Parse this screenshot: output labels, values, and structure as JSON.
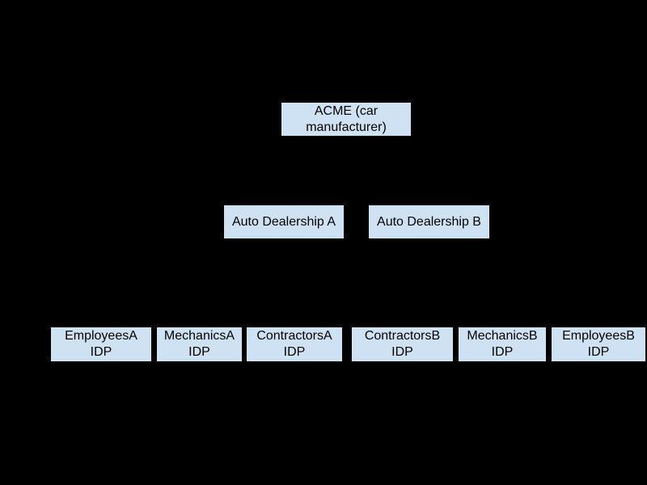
{
  "diagram": {
    "type": "hierarchy",
    "colors": {
      "background": "#000000",
      "node_fill": "#cfe2f3",
      "node_text": "#000000"
    },
    "nodes": {
      "acme": {
        "label": [
          "ACME (car",
          "manufacturer)"
        ]
      },
      "dealership_a": {
        "label": [
          "Auto Dealership A"
        ]
      },
      "dealership_b": {
        "label": [
          "Auto Dealership B"
        ]
      },
      "employees_a": {
        "label": [
          "EmployeesA",
          "IDP"
        ]
      },
      "mechanics_a": {
        "label": [
          "MechanicsA",
          "IDP"
        ]
      },
      "contractors_a": {
        "label": [
          "ContractorsA",
          "IDP"
        ]
      },
      "contractors_b": {
        "label": [
          "ContractorsB",
          "IDP"
        ]
      },
      "mechanics_b": {
        "label": [
          "MechanicsB",
          "IDP"
        ]
      },
      "employees_b": {
        "label": [
          "EmployeesB",
          "IDP"
        ]
      }
    },
    "hierarchy": {
      "root": "acme",
      "children_of_acme": [
        "dealership_a",
        "dealership_b"
      ],
      "children_of_dealership_a": [
        "employees_a",
        "mechanics_a",
        "contractors_a"
      ],
      "children_of_dealership_b": [
        "contractors_b",
        "mechanics_b",
        "employees_b"
      ]
    }
  }
}
